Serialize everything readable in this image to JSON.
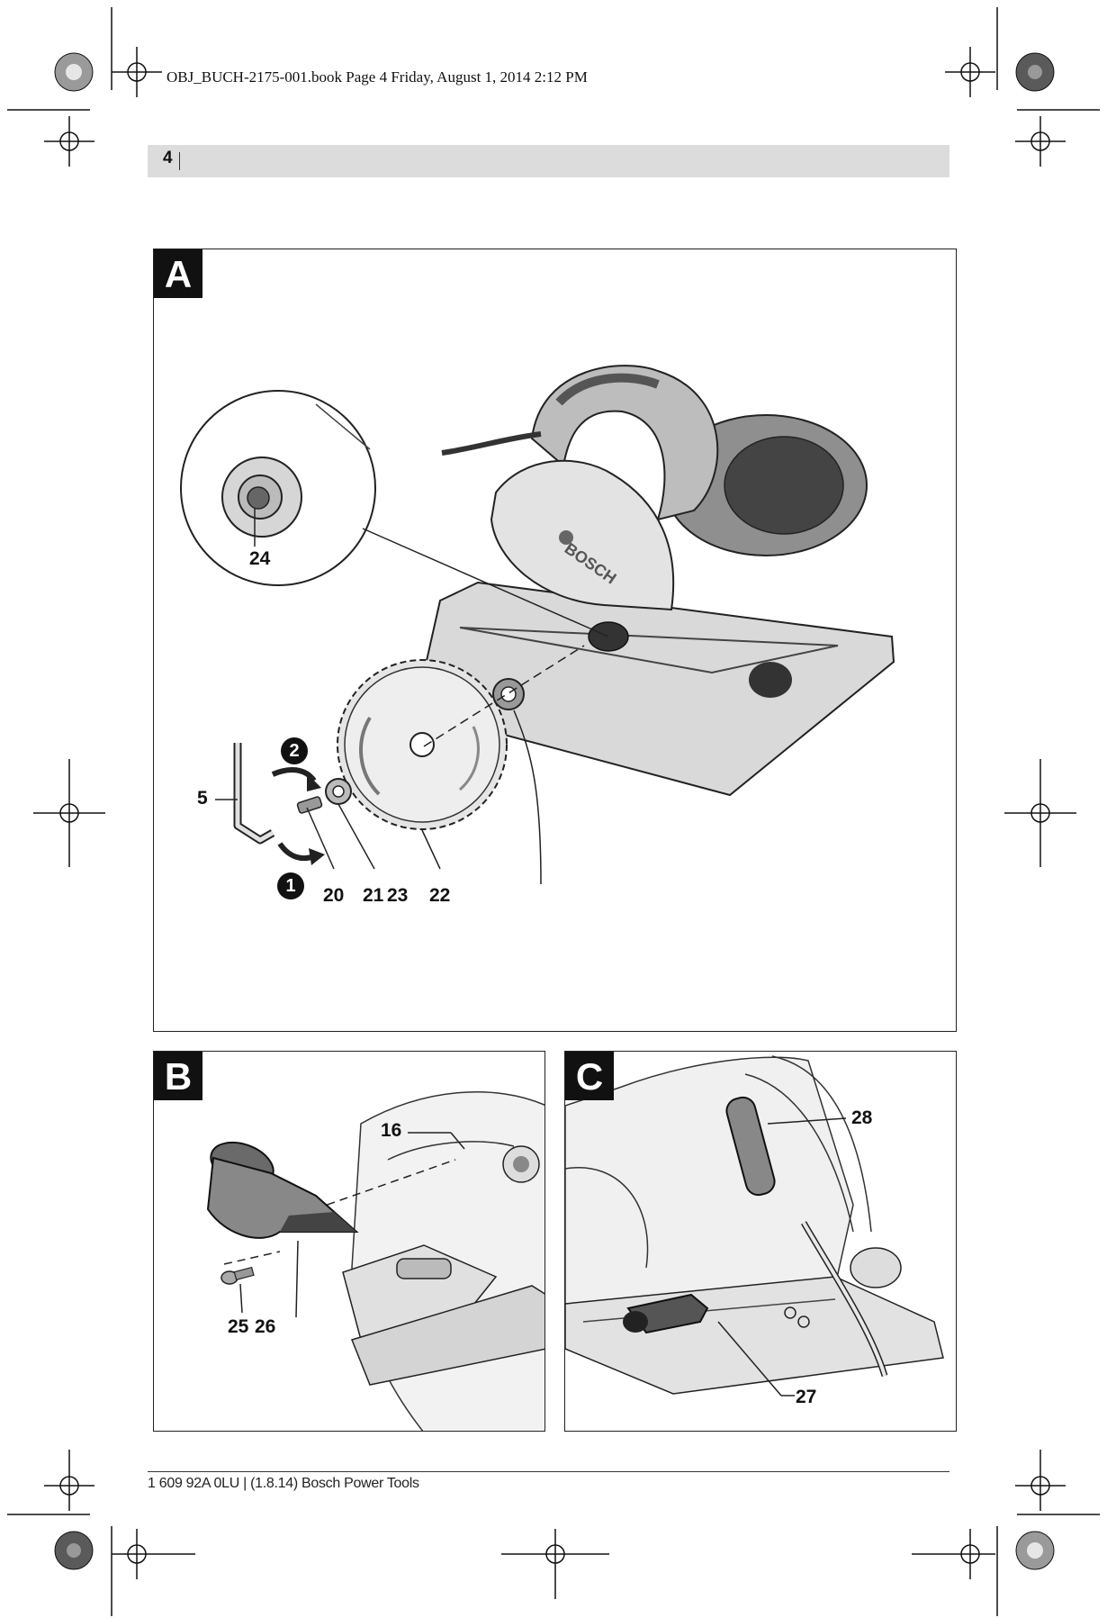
{
  "slug": {
    "text": "OBJ_BUCH-2175-001.book  Page 4  Friday, August 1, 2014  2:12 PM"
  },
  "header": {
    "page_number": "4"
  },
  "figure_a": {
    "label": "A",
    "callouts": {
      "c24": "24",
      "c5": "5",
      "c20": "20",
      "c21": "21",
      "c23": "23",
      "c22": "22"
    },
    "steps": {
      "s1": "1",
      "s2": "2"
    }
  },
  "figure_b": {
    "label": "B",
    "callouts": {
      "c16": "16",
      "c25": "25",
      "c26": "26"
    }
  },
  "figure_c": {
    "label": "C",
    "callouts": {
      "c28": "28",
      "c27": "27"
    }
  },
  "footer": {
    "text": "1 609 92A 0LU | (1.8.14) Bosch Power Tools"
  },
  "colors": {
    "ink": "#111111",
    "header_bar": "#dcdcdc",
    "tool_body": "#cfcfcf",
    "tool_dark": "#555555"
  }
}
